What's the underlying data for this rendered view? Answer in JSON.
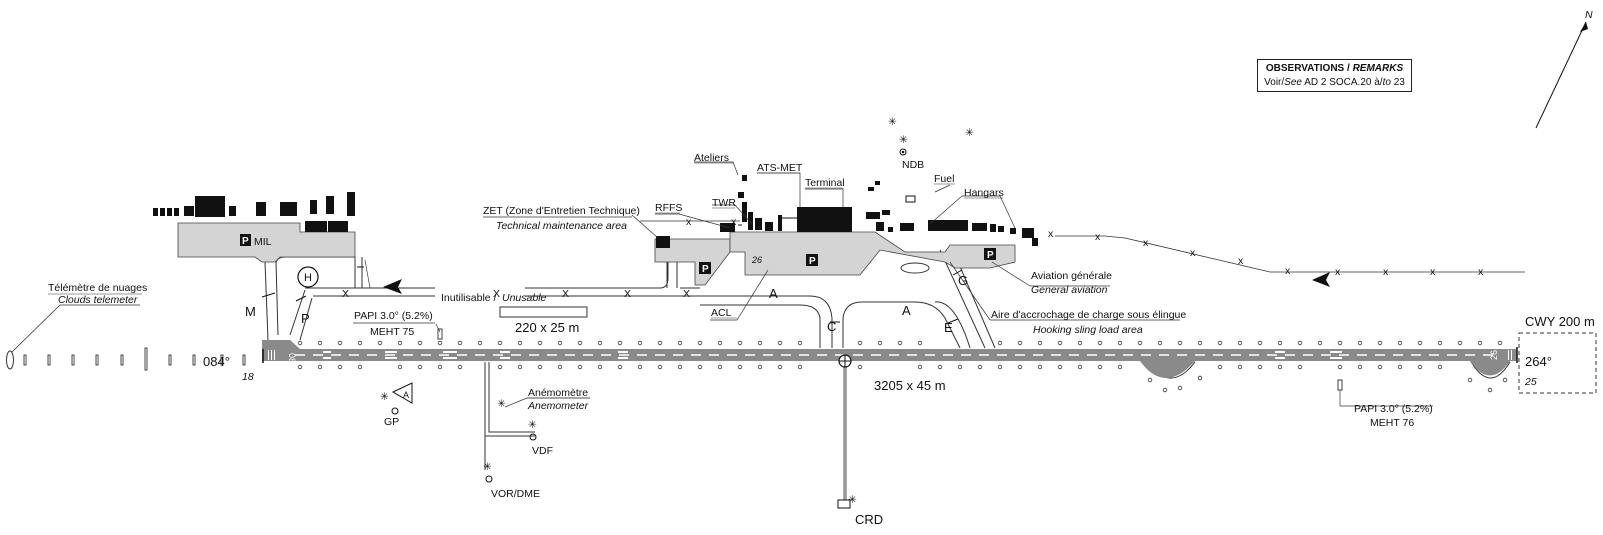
{
  "remarks": {
    "title_fr": "OBSERVATIONS /",
    "title_en": "REMARKS",
    "line_voir": "Voir/",
    "line_see": "See",
    "line_ref": " AD 2 SOCA.20 à/",
    "line_to": "to",
    "line_end": " 23"
  },
  "north": "N",
  "labels": {
    "cloud_fr": "Télémètre de nuages",
    "cloud_en": "Clouds telemeter",
    "mil": "MIL",
    "parking": "P",
    "helipad": "H",
    "twy_m": "M",
    "twy_p": "P",
    "papi_w": "PAPI 3.0° (5.2%)",
    "meht_w": "MEHT 75",
    "unusable_fr": "Inutilisable /",
    "unusable_en": "Unusable",
    "dim_unusable": "220 x 25 m",
    "zet_fr": "ZET (Zone d'Entretien Technique)",
    "zet_en": "Technical maintenance area",
    "rffs": "RFFS",
    "twr": "TWR",
    "ateliers": "Ateliers",
    "atsmet": "ATS-MET",
    "terminal": "Terminal",
    "ndb": "NDB",
    "fuel": "Fuel",
    "hangars": "Hangars",
    "stand26": "26",
    "acl": "ACL",
    "twy_a1": "A",
    "twy_a2": "A",
    "twy_c": "C",
    "twy_e": "E",
    "twy_g": "G",
    "ga_fr": "Aviation générale",
    "ga_en": "General aviation",
    "sling_fr": "Aire d'accrochage de charge sous élingue",
    "sling_en": "Hooking sling load area",
    "cwy": "CWY 200 m",
    "hdg264": "264°",
    "hdg084": "084°",
    "rwy08": "08",
    "rwy26": "26",
    "elev18": "18",
    "elev25": "25",
    "rwy_dim": "3205 x 45 m",
    "anemo_fr": "Anémomètre",
    "anemo_en": "Anemometer",
    "gp": "GP",
    "gp_a": "A",
    "vdf": "VDF",
    "vordme": "VOR/DME",
    "crd": "CRD",
    "papi_e": "PAPI 3.0° (5.2%)",
    "meht_e": "MEHT 76"
  }
}
